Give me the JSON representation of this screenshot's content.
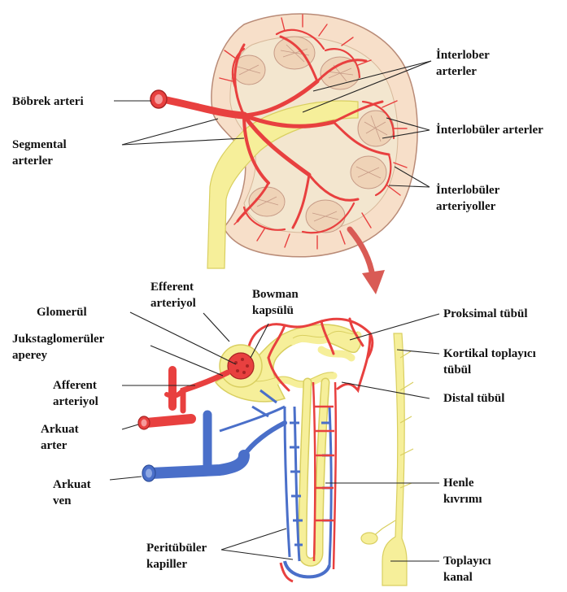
{
  "labels": {
    "bobrek_arteri": "Böbrek arteri",
    "segmental_l1": "Segmental",
    "segmental_l2": "arterler",
    "interlober_l1": "İnterlober",
    "interlober_l2": "arterler",
    "interlobuler_arterler": "İnterlobüler arterler",
    "interlobuler_arteriyol_l1": "İnterlobüler",
    "interlobuler_arteriyol_l2": "arteriyoller",
    "efferent_l1": "Efferent",
    "efferent_l2": "arteriyol",
    "bowman_l1": "Bowman",
    "bowman_l2": "kapsülü",
    "glomerul": "Glomerül",
    "jukstaglomeruler_l1": "Jukstaglomerüler",
    "jukstaglomeruler_l2": "aperey",
    "afferent_l1": "Afferent",
    "afferent_l2": "arteriyol",
    "arkuat_arter_l1": "Arkuat",
    "arkuat_arter_l2": "arter",
    "arkuat_ven_l1": "Arkuat",
    "arkuat_ven_l2": "ven",
    "peritubuler_l1": "Peritübüler",
    "peritubuler_l2": "kapiller",
    "proksimal_tubul": "Proksimal tübül",
    "kortikal_l1": "Kortikal toplayıcı",
    "kortikal_l2": "tübül",
    "distal_tubul": "Distal tübül",
    "henle_l1": "Henle",
    "henle_l2": "kıvrımı",
    "toplayici_l1": "Toplayıcı",
    "toplayici_l2": "kanal"
  },
  "colors": {
    "artery": "#e8403f",
    "artery_dark": "#c92a2a",
    "vein": "#4a6fc9",
    "tubule": "#f6ef9a",
    "tubule_edge": "#d9cf60",
    "cortex": "#f7dfc9",
    "pyramid": "#efd3b7",
    "arrow": "#d95b55"
  }
}
